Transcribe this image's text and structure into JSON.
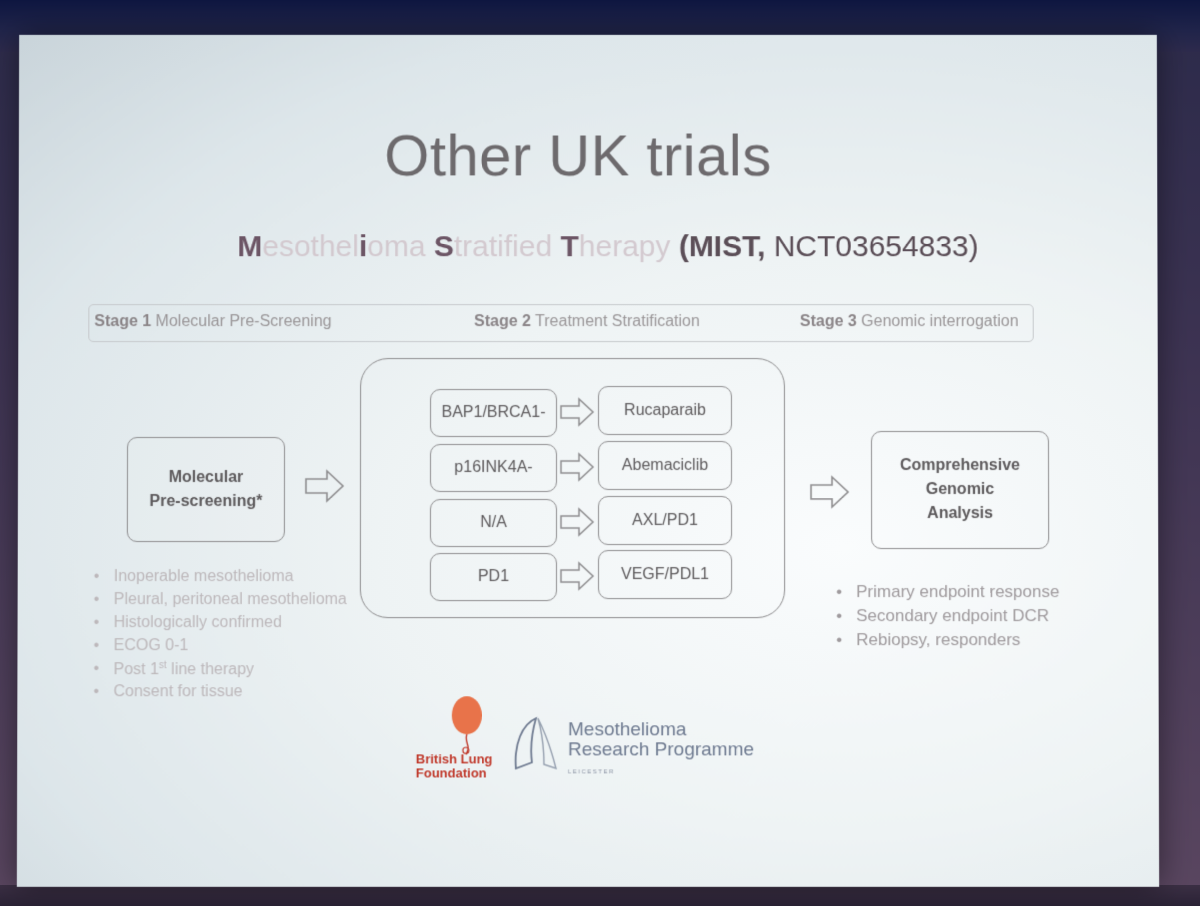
{
  "slide": {
    "title": "Other UK trials",
    "subtitle": {
      "parts": [
        {
          "text": "M",
          "cls": "init"
        },
        {
          "text": "esothel",
          "cls": ""
        },
        {
          "text": "i",
          "cls": "init"
        },
        {
          "text": "oma ",
          "cls": ""
        },
        {
          "text": "S",
          "cls": "init"
        },
        {
          "text": "tratified ",
          "cls": ""
        },
        {
          "text": "T",
          "cls": "init"
        },
        {
          "text": "herapy ",
          "cls": ""
        },
        {
          "text": "(MIST,",
          "cls": "tail"
        },
        {
          "text": " NCT03654833)",
          "cls": "tail-light"
        }
      ]
    },
    "stages": [
      {
        "num": "Stage 1",
        "label": " Molecular Pre-Screening"
      },
      {
        "num": "Stage 2",
        "label": " Treatment Stratification"
      },
      {
        "num": "Stage 3",
        "label": " Genomic interrogation"
      }
    ],
    "prescreen_box": "Molecular Pre-screening*",
    "prescreen_line1": "Molecular",
    "prescreen_line2": "Pre-screening*",
    "biomarkers": [
      "BAP1/BRCA1-",
      "p16INK4A-",
      "N/A",
      "PD1"
    ],
    "treatments": [
      "Rucaparaib",
      "Abemaciclib",
      "AXL/PD1",
      "VEGF/PDL1"
    ],
    "genomic_line1": "Comprehensive",
    "genomic_line2": "Genomic",
    "genomic_line3": "Analysis",
    "eligibility": [
      "Inoperable mesothelioma",
      "Pleural, peritoneal mesothelioma",
      "Histologically confirmed",
      "ECOG 0-1",
      "Post 1st line therapy",
      "Consent for tissue"
    ],
    "endpoints": [
      "Primary endpoint response",
      "Secondary endpoint DCR",
      "Rebiopsy, responders"
    ],
    "logos": {
      "blf_line1": "British Lung",
      "blf_line2": "Foundation",
      "mrp_line1": "Mesothelioma",
      "mrp_line2": "Research Programme",
      "mrp_line3": "LEICESTER",
      "blf_color": "#e8734a",
      "mrp_color": "#6e7a90"
    },
    "colors": {
      "box_border": "#8d8c8e",
      "title": "#6d6a6d",
      "accent_initial": "#6c5565"
    }
  }
}
